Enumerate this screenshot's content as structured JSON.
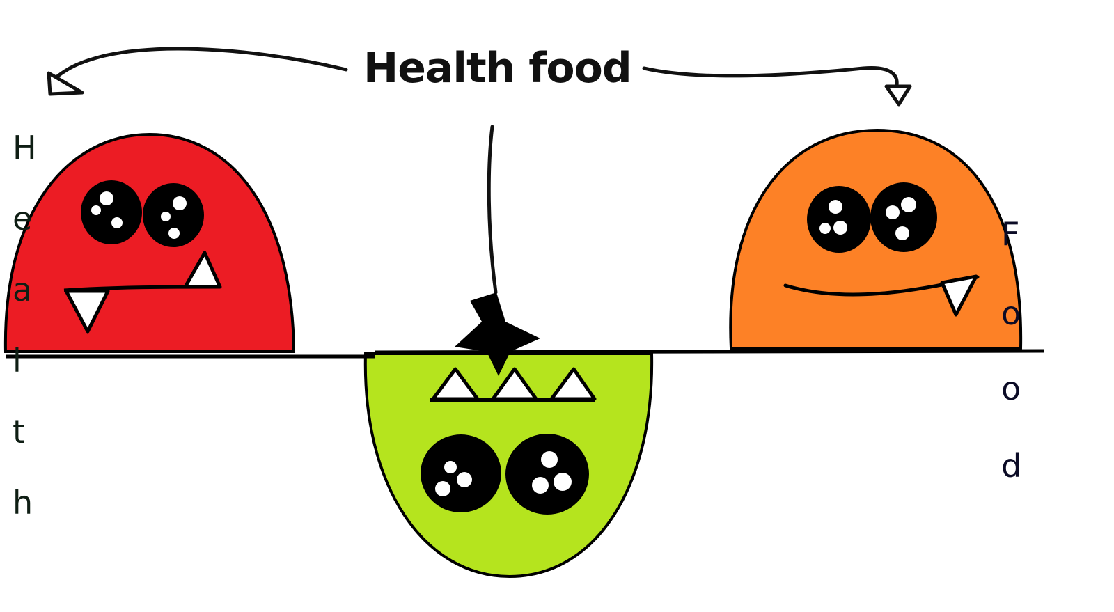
{
  "title": "Health food",
  "left_word": [
    "H",
    "e",
    "a",
    "l",
    "t",
    "h"
  ],
  "right_word": [
    "F",
    "o",
    "o",
    "d"
  ],
  "colors": {
    "left_blob": "#ec1c24",
    "middle_blob": "#b5e41e",
    "right_blob": "#fd8126",
    "left_letters": "#0f1e14",
    "right_letters": "#0b0b26"
  },
  "icons": {
    "center_marker": "star-icon",
    "left_arrowhead": "triangle-arrowhead",
    "right_arrowhead": "triangle-arrowhead"
  }
}
